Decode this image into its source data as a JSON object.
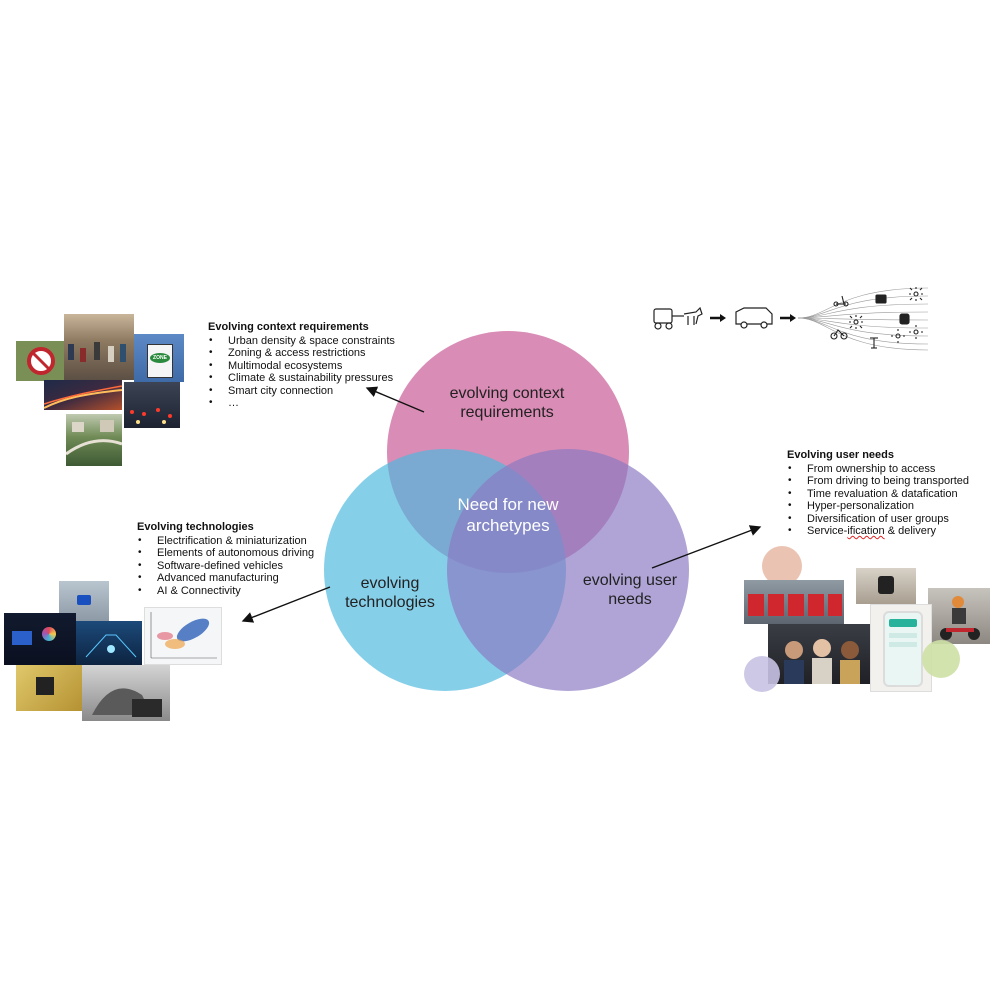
{
  "venn": {
    "top_label": "evolving context requirements",
    "left_label": "evolving technologies",
    "right_label": "evolving user needs",
    "center_label": "Need for new archetypes",
    "colors": {
      "top": "#d278a8",
      "left": "#4cb8df",
      "right": "#8b79c3"
    }
  },
  "context_block": {
    "title": "Evolving context requirements",
    "items": [
      "Urban density & space constraints",
      "Zoning & access restrictions",
      "Multimodal ecosystems",
      "Climate & sustainability pressures",
      "Smart city connection",
      "…"
    ]
  },
  "tech_block": {
    "title": "Evolving technologies",
    "items": [
      "Electrification & miniaturization",
      "Elements of autonomous driving",
      "Software-defined vehicles",
      "Advanced manufacturing",
      "AI & Connectivity"
    ]
  },
  "user_block": {
    "title": "Evolving user needs",
    "items": [
      "From ownership to access",
      "From driving to being transported",
      "Time revaluation & datafication",
      "Hyper-personalization",
      "Diversification of user groups"
    ],
    "last_item_prefix": "Service-",
    "last_item_underlined": "ification",
    "last_item_suffix": " & delivery"
  },
  "photo_signs": {
    "zone_sign": "ZONE"
  }
}
